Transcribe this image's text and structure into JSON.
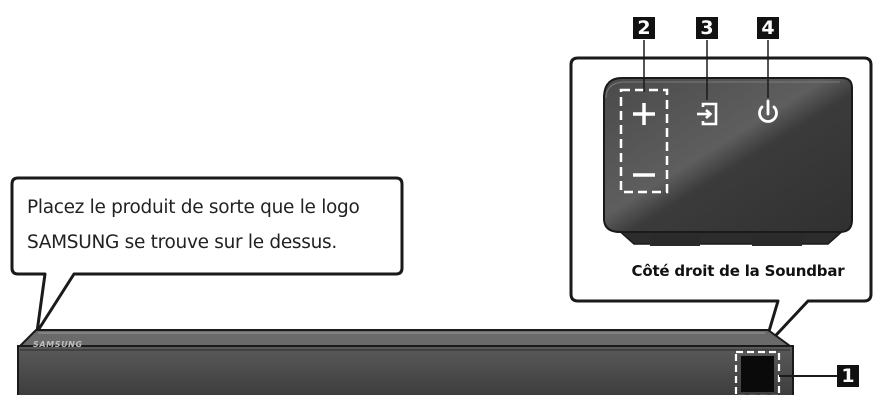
{
  "callout": {
    "line1": "Placez le produit de sorte que le logo",
    "line2": "SAMSUNG se trouve sur le dessus."
  },
  "side_panel": {
    "caption": "Côté droit de la Soundbar",
    "buttons": [
      {
        "number": "2",
        "symbols": [
          "+",
          "−"
        ],
        "icon": "volume-up-down-icon"
      },
      {
        "number": "3",
        "icon": "source-input-icon"
      },
      {
        "number": "4",
        "icon": "power-icon"
      }
    ]
  },
  "soundbar": {
    "logo": "SAMSUNG",
    "sensor_number": "1"
  },
  "colors": {
    "panel_dark": "#3a3a3a",
    "panel_light": "#5b5b5b",
    "outline": "#1a1a1a",
    "badge": "#111111"
  }
}
